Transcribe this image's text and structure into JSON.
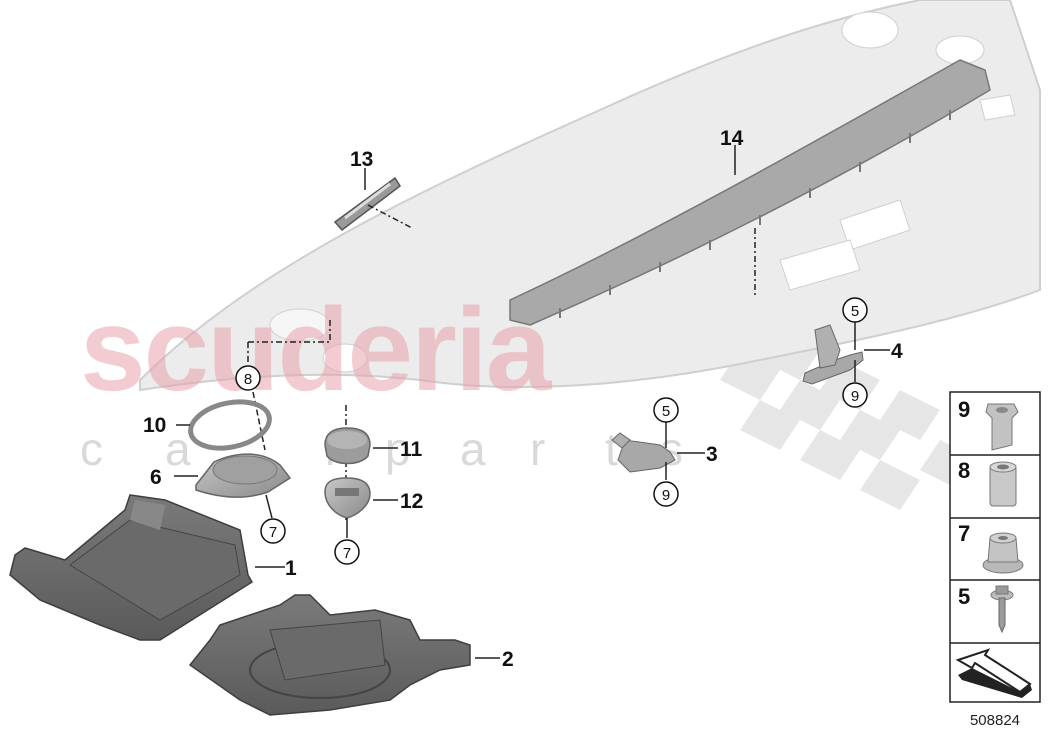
{
  "diagram": {
    "id": "508824",
    "watermark": {
      "main": "scuderia",
      "sub": [
        "c",
        "a",
        "r",
        "p",
        "a",
        "r",
        "t",
        "s"
      ]
    },
    "callouts": [
      {
        "label": "1",
        "part": "tray-left"
      },
      {
        "label": "2",
        "part": "tray-right"
      },
      {
        "label": "3",
        "part": "bracket-lower"
      },
      {
        "label": "4",
        "part": "bracket-upper"
      },
      {
        "label": "6",
        "part": "speaker-cover"
      },
      {
        "label": "10",
        "part": "ring"
      },
      {
        "label": "11",
        "part": "tweeter-cap"
      },
      {
        "label": "12",
        "part": "tweeter"
      },
      {
        "label": "13",
        "part": "trim-clip"
      },
      {
        "label": "14",
        "part": "trim-strip"
      }
    ],
    "circled_refs": [
      {
        "label": "8",
        "at": "ring-top"
      },
      {
        "label": "7",
        "at": "speaker-cover-bottom"
      },
      {
        "label": "7",
        "at": "tweeter-bottom"
      },
      {
        "label": "5",
        "at": "bracket-upper-top"
      },
      {
        "label": "9",
        "at": "bracket-upper-bottom"
      },
      {
        "label": "5",
        "at": "bracket-lower-top"
      },
      {
        "label": "9",
        "at": "bracket-lower-bottom"
      }
    ],
    "legend": [
      {
        "label": "9",
        "icon": "expanding-nut"
      },
      {
        "label": "8",
        "icon": "sleeve"
      },
      {
        "label": "7",
        "icon": "flange-nut"
      },
      {
        "label": "5",
        "icon": "screw"
      },
      {
        "label": "",
        "icon": "direction-arrow"
      }
    ]
  }
}
